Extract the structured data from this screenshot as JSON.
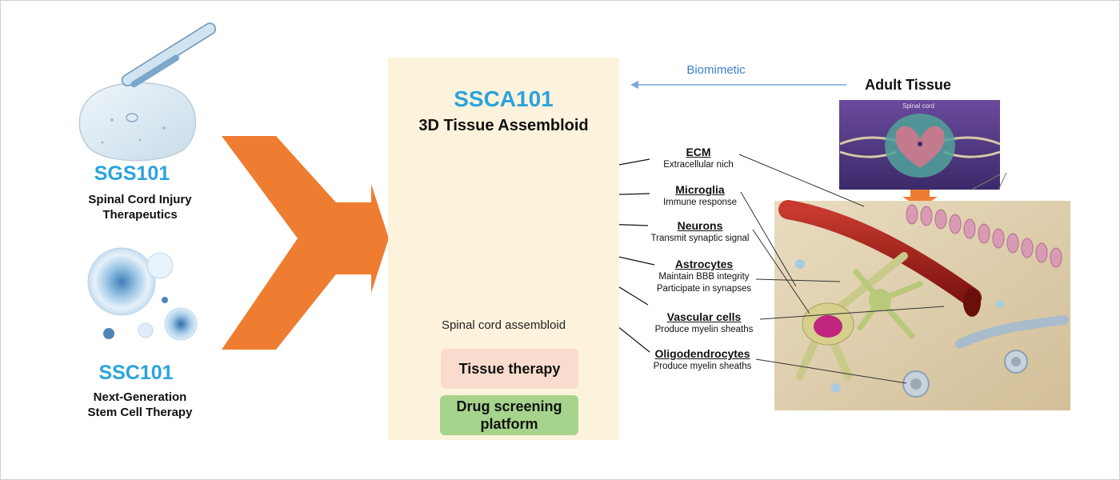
{
  "products": [
    {
      "name": "SGS101",
      "subtitle_lines": [
        "Spinal Cord Injury",
        "Therapeutics"
      ]
    },
    {
      "name": "SSC101",
      "subtitle_lines": [
        "Next-Generation",
        "Stem Cell Therapy"
      ]
    }
  ],
  "center": {
    "title": "SSCA101",
    "subtitle": "3D Tissue Assembloid",
    "caption": "Spinal cord assembloid",
    "applications": [
      "Tissue therapy",
      "Drug screening platform"
    ]
  },
  "arrow_label": "Biomimetic",
  "adult_tissue": {
    "title": "Adult Tissue",
    "image_label": "Spinal cord"
  },
  "cell_types": [
    {
      "name": "ECM",
      "description": [
        "Extracellular nich"
      ]
    },
    {
      "name": "Microglia",
      "description": [
        "Immune response"
      ]
    },
    {
      "name": "Neurons",
      "description": [
        "Transmit synaptic signal"
      ]
    },
    {
      "name": "Astrocytes",
      "description": [
        "Maintain BBB integrity",
        "Participate in synapses"
      ]
    },
    {
      "name": "Vascular cells",
      "description": [
        "Produce myelin sheaths"
      ]
    },
    {
      "name": "Oligodendrocytes",
      "description": [
        "Produce myelin sheaths"
      ]
    }
  ],
  "colors": {
    "accent_blue": "#2ba3dc",
    "arrow_orange": "#ee7d31",
    "panel_bg": "#fdf3dc",
    "therapy_bg": "#f9dccd",
    "screening_bg": "#a6d48c"
  }
}
